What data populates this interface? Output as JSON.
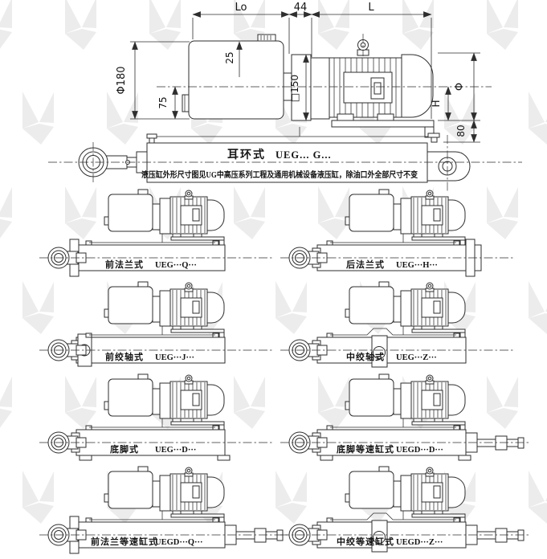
{
  "colors": {
    "line": "#2e2e2e",
    "watermark": "#ececec",
    "text": "#141414"
  },
  "main_diagram": {
    "dims": {
      "lo": "Lo",
      "d44": "44",
      "l": "L",
      "phi180": "Φ180",
      "d25": "25",
      "d75": "75",
      "sq150": "□150",
      "phi": "Φ",
      "h": "H",
      "d80": "80"
    },
    "type_name": "耳环式",
    "type_code": "UEG...  G...",
    "note": "液压缸外形尺寸图见UG中高压系列工程及通用机械设备液压缸，除油口外全部尺寸不变"
  },
  "variants": [
    {
      "name": "前法兰式",
      "code": "UEG···Q···"
    },
    {
      "name": "后法兰式",
      "code": "UEG···H···"
    },
    {
      "name": "前绞轴式",
      "code": "UEG···J···"
    },
    {
      "name": "中绞轴式",
      "code": "UEG···Z···"
    },
    {
      "name": "底脚式",
      "code": "UEG···D···"
    },
    {
      "name": "底脚等速缸式",
      "code": "UEGD···D···"
    },
    {
      "name": "前法兰等速缸式",
      "code": "UEGD···Q···"
    },
    {
      "name": "中绞等速缸式",
      "code": "UEGD···Z···"
    }
  ]
}
